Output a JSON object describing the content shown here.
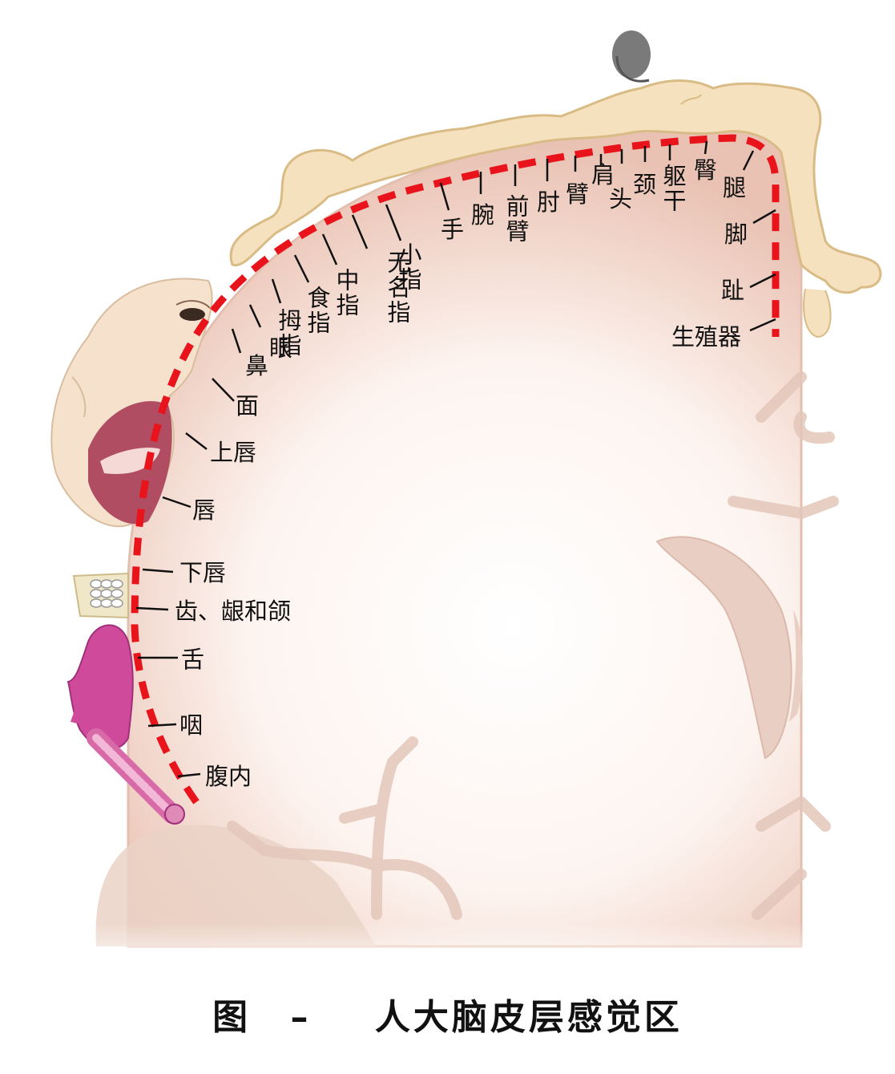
{
  "caption": {
    "fig": "图",
    "dash": "–",
    "title": "人大脑皮层感觉区"
  },
  "colors": {
    "cortex": "#f1d6cc",
    "cortex_edge": "#e6c4b6",
    "dash": "#e8131b",
    "skin": "#f5e1bd",
    "tongue": "#cf4a9b",
    "lip": "#b04d63"
  },
  "labels": {
    "tui": "腿",
    "jiao": "脚",
    "zhi_toe": "趾",
    "shengzhiqi": "生殖器",
    "tun": "臀",
    "qugan": "躯干",
    "jing": "颈",
    "tou": "头",
    "jian": "肩",
    "bi": "臂",
    "zhou": "肘",
    "qianbi": "前臂",
    "wan": "腕",
    "shou": "手",
    "xiaozhi": "小指",
    "wumingzhi": "无名指",
    "zhongzhi": "中指",
    "shizhi": "食指",
    "muzhi": "拇指",
    "yan": "眼",
    "bi_nose": "鼻",
    "mian": "面",
    "shangchun": "上唇",
    "chun": "唇",
    "xiachun": "下唇",
    "chiyinhe": "齿、龈和颌",
    "she": "舌",
    "yan_throat": "咽",
    "funei": "腹内"
  },
  "icons": [
    "human-figure-icon",
    "face-icon",
    "teeth-icon",
    "tongue-icon"
  ]
}
